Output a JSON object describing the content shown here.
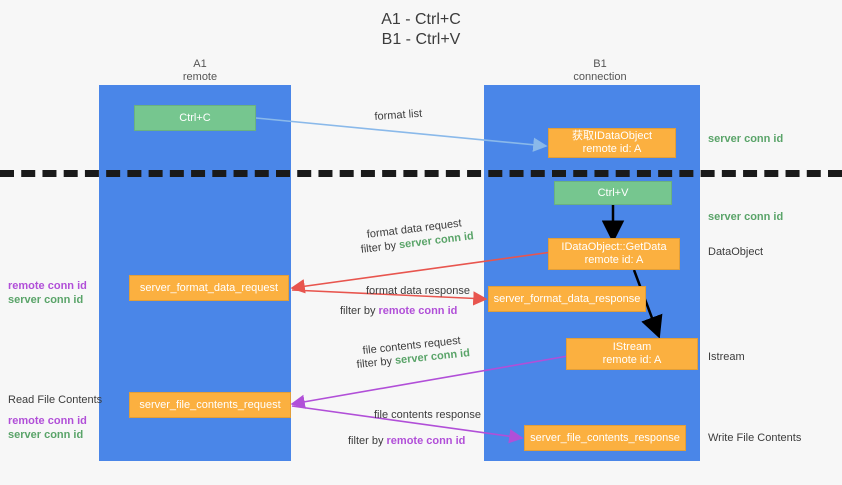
{
  "title": {
    "line1": "A1 - Ctrl+C",
    "line2": "B1 - Ctrl+V"
  },
  "columns": [
    {
      "name": "A1",
      "sub": "remote"
    },
    {
      "name": "B1",
      "sub": "connection"
    }
  ],
  "nodes": {
    "ctrl_c": {
      "l1": "Ctrl+C",
      "l2": ""
    },
    "get_idataobject": {
      "l1": "获取IDataObject",
      "l2": "remote id: A"
    },
    "ctrl_v": {
      "l1": "Ctrl+V",
      "l2": ""
    },
    "idataobject_getdata": {
      "l1": "IDataObject::GetData",
      "l2": "remote id: A"
    },
    "istream": {
      "l1": "IStream",
      "l2": "remote id: A"
    },
    "fmt_data_request": {
      "l1": "server_format_data_request",
      "l2": ""
    },
    "fmt_data_response": {
      "l1": "server_format_data_response",
      "l2": ""
    },
    "file_contents_request": {
      "l1": "server_file_contents_request",
      "l2": ""
    },
    "file_contents_response": {
      "l1": "server_file_contents_response",
      "l2": ""
    }
  },
  "edges": {
    "format_list": "format list",
    "format_data_request": "format data request",
    "format_data_request_filter_pre": "filter by ",
    "format_data_request_filter_key": "server conn id",
    "format_data_response": "format data response",
    "format_data_response_filter_pre": "filter by ",
    "format_data_response_filter_key": "remote conn id",
    "file_contents_request": "file contents request",
    "file_contents_request_filter_pre": "filter by ",
    "file_contents_request_filter_key": "server conn id",
    "file_contents_response": "file contents response",
    "file_contents_response_filter_pre": "filter by ",
    "file_contents_response_filter_key": "remote conn id"
  },
  "annotations": {
    "right_server_conn_id_top": "server conn id",
    "right_server_conn_id_mid": "server conn id",
    "right_dataobject": "DataObject",
    "right_istream": "Istream",
    "right_write_file_contents": "Write File Contents",
    "left_remote_conn_id_1": "remote conn id",
    "left_server_conn_id_1": "server conn id",
    "left_read_file_contents": "Read File Contents",
    "left_remote_conn_id_2": "remote conn id",
    "left_server_conn_id_2": "server conn id"
  },
  "colors": {
    "lane": "#4a86e8",
    "green_node": "#76c68f",
    "orange_node": "#fbb040",
    "green_text": "#5aa469",
    "purple_text": "#b14fd8",
    "arrow_blue": "#8ab9ea",
    "arrow_red": "#e8554e",
    "arrow_purple": "#b14fd8",
    "arrow_black": "#000000",
    "background": "#f7f7f7"
  }
}
